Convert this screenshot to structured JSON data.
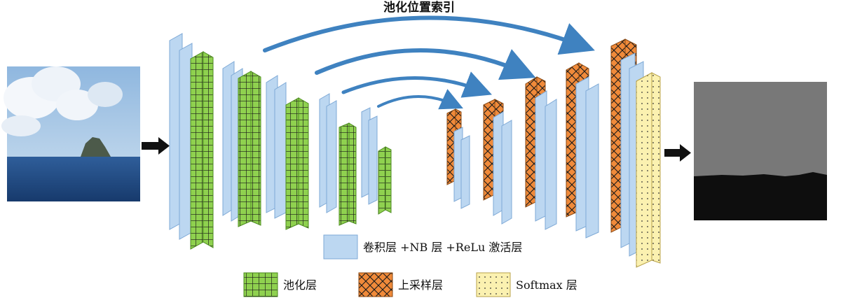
{
  "diagram": {
    "top_label": "池化位置索引",
    "legend": {
      "conv": "卷积层 +NB 层 +ReLu 激活层",
      "pool": "池化层",
      "upsample": "上采样层",
      "softmax": "Softmax 层"
    }
  },
  "colors": {
    "conv_fill": "#bcd7f1",
    "conv_edge": "#7ea9d6",
    "pool_fill": "#8fd14f",
    "upsample_fill": "#f08a3a",
    "softmax_fill": "#fbf1b0",
    "arrow_blue": "#3f82c0",
    "seg_gray": "#787878",
    "seg_black": "#0e0e0e"
  },
  "icons": [
    "input-sea-image",
    "segmentation-output-image",
    "right-arrow-icon",
    "curved-arrow-icon"
  ]
}
